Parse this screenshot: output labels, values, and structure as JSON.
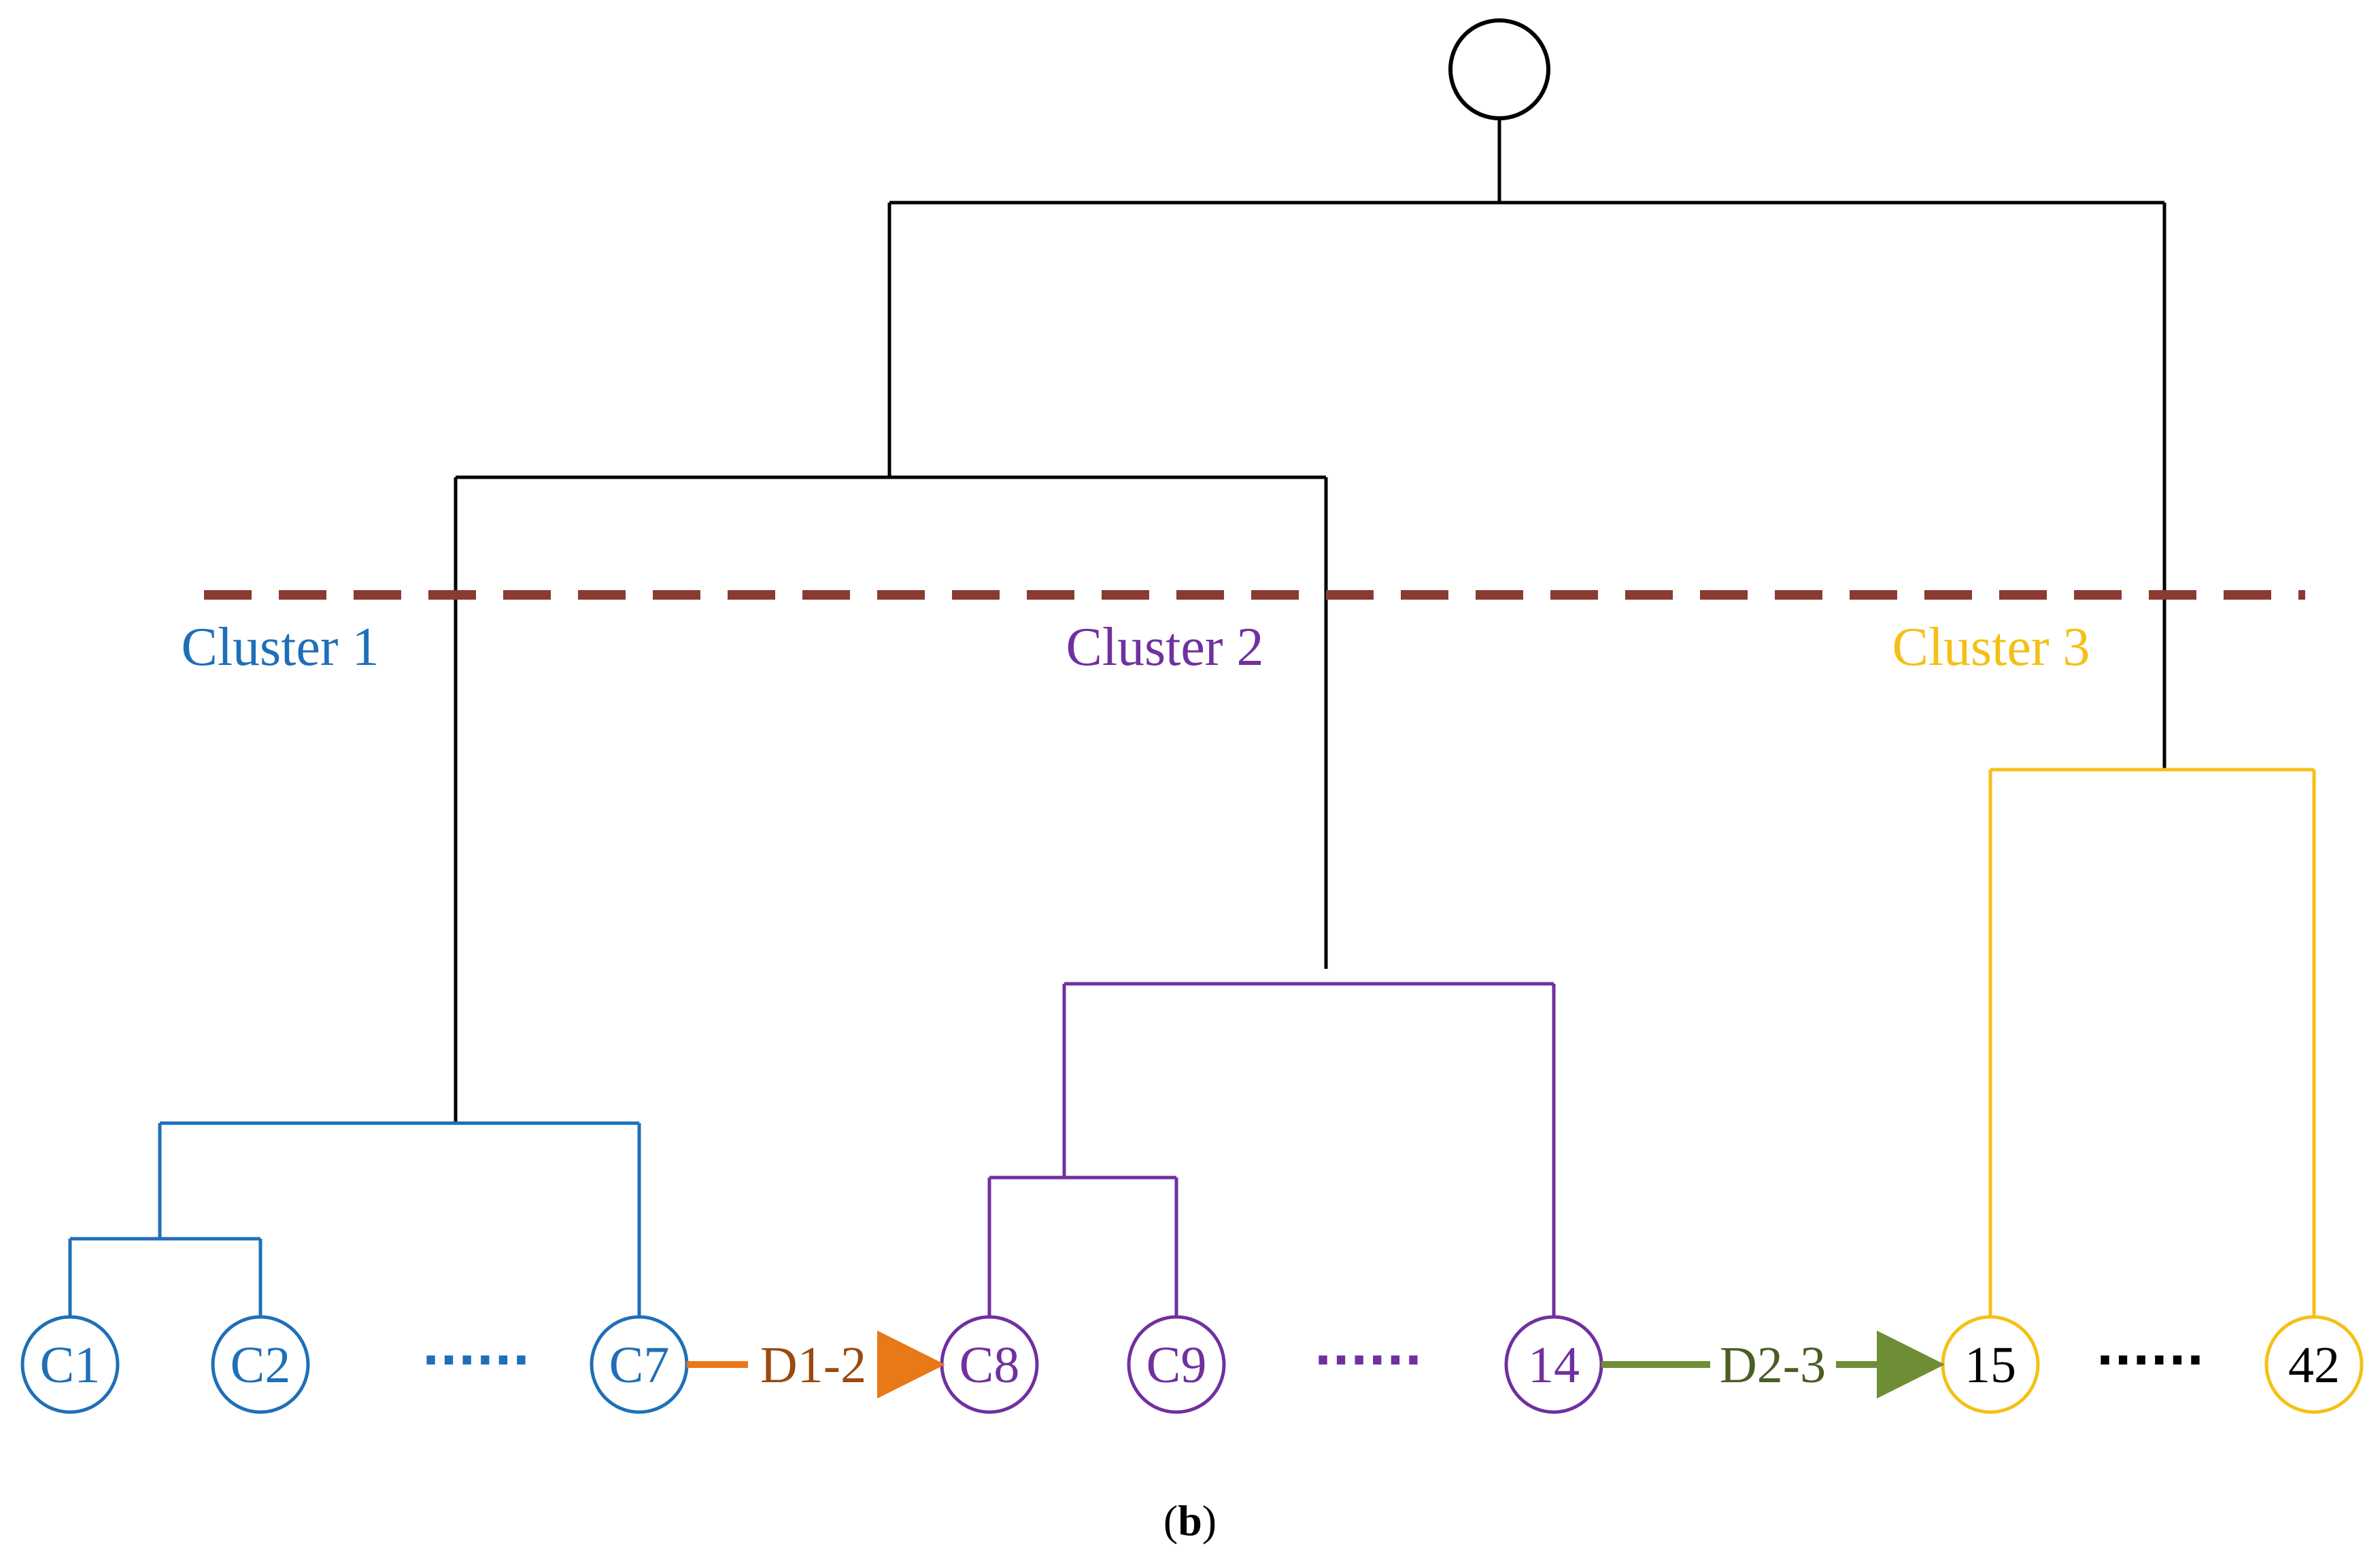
{
  "colors": {
    "black": "#000000",
    "cluster1": "#1f6fb8",
    "cluster2": "#7030a0",
    "cluster3": "#f5c016",
    "cut_line": "#8b3a32",
    "d12": "#e87818",
    "d12_text": "#9a4a10",
    "d23": "#6e8e35",
    "d23_text": "#4b5e23"
  },
  "clusters": [
    {
      "label": "Cluster 1"
    },
    {
      "label": "Cluster 2"
    },
    {
      "label": "Cluster 3"
    }
  ],
  "leaves": [
    {
      "label": "C1"
    },
    {
      "label": "C2"
    },
    {
      "label": "C7"
    },
    {
      "label": "C8"
    },
    {
      "label": "C9"
    },
    {
      "label": "14"
    },
    {
      "label": "15"
    },
    {
      "label": "42"
    }
  ],
  "ellipses": [
    {
      "text": "......"
    },
    {
      "text": "......"
    },
    {
      "text": "......"
    }
  ],
  "distances": [
    {
      "label": "D1-2"
    },
    {
      "label": "D2-3"
    }
  ],
  "caption": {
    "open": "(",
    "letter": "b",
    "close": ")"
  }
}
